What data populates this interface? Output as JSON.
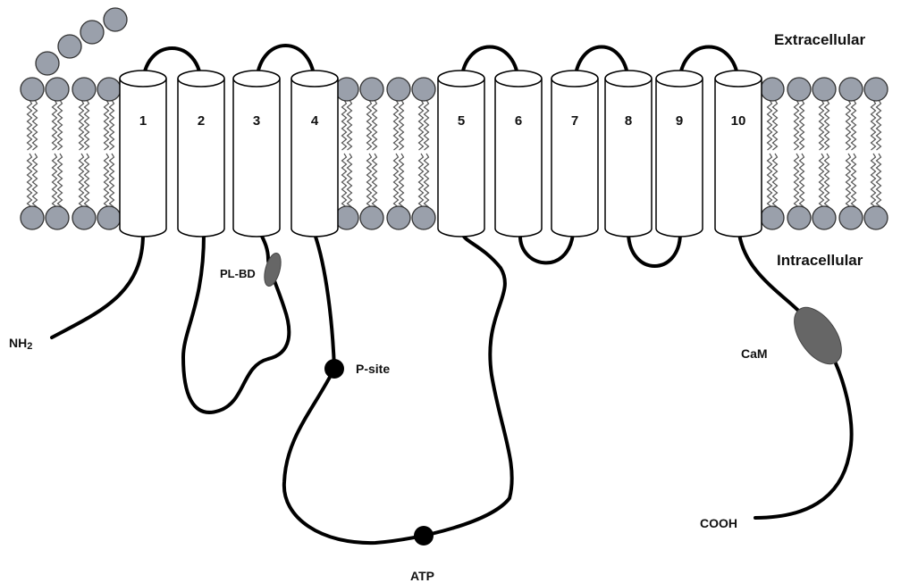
{
  "regions": {
    "extracellular": "Extracellular",
    "intracellular": "Intracellular"
  },
  "helices": [
    "1",
    "2",
    "3",
    "4",
    "5",
    "6",
    "7",
    "8",
    "9",
    "10"
  ],
  "termini": {
    "n_prefix": "NH",
    "n_subscript": "2",
    "c": "COOH"
  },
  "sites": {
    "pl_bd": "PL-BD",
    "p_site": "P-site",
    "atp": "ATP",
    "cam": "CaM"
  },
  "colors": {
    "lipid_head": "#9aa0ab",
    "domain": "#666666",
    "line": "#000000",
    "helix_fill": "#ffffff"
  }
}
